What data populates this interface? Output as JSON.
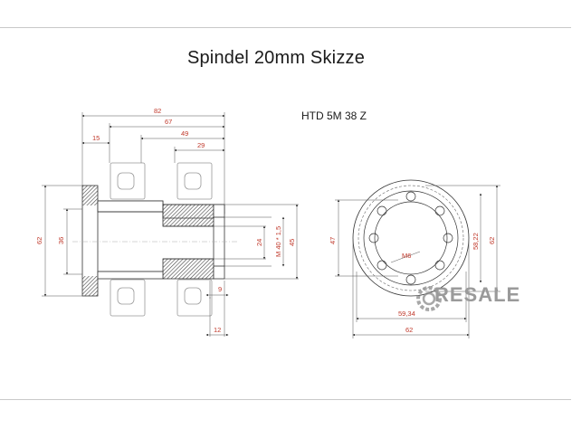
{
  "drawing": {
    "title": "Spindel 20mm Skizze",
    "belt_label": "HTD 5M 38 Z"
  },
  "dimensions": {
    "len_82": "82",
    "len_67": "67",
    "len_49": "49",
    "len_29": "29",
    "len_15": "15",
    "dia_62_left": "62",
    "dia_36": "36",
    "dia_24": "24",
    "thread": "M 40 * 1,5",
    "dia_45": "45",
    "len_9": "9",
    "len_12": "12",
    "dia_47": "47",
    "hole_m6": "M6",
    "bolt_59_34": "59,34",
    "width_62_bottom": "62",
    "dia_58_22": "58,22",
    "dia_62_right": "62"
  },
  "watermark": {
    "text": "RESALE"
  },
  "colors": {
    "dimension": "#c0392b",
    "line": "#333333",
    "hatch": "#555555"
  }
}
